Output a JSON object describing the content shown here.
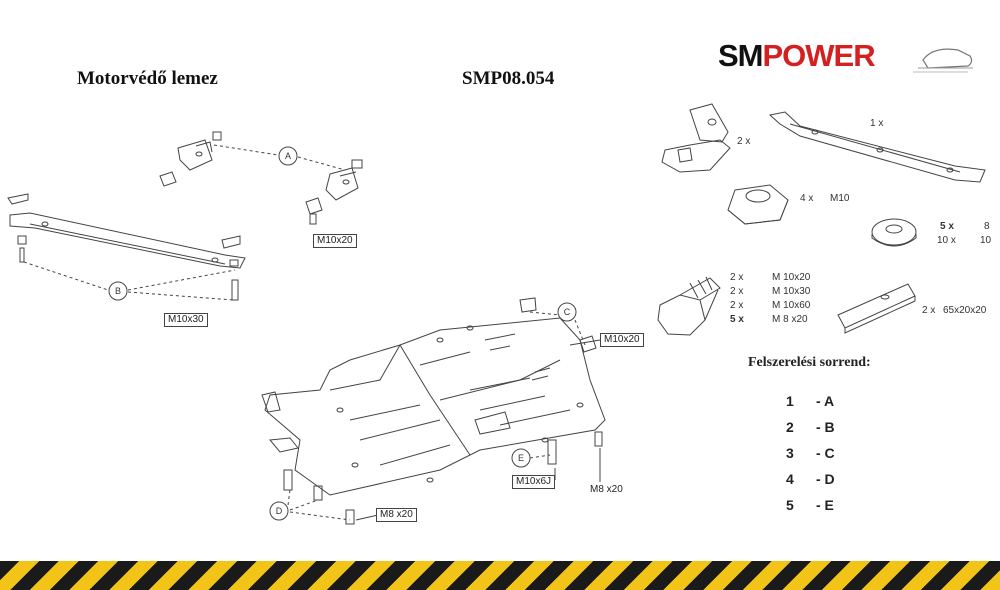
{
  "header": {
    "title_left": "Motorvédő lemez",
    "title_code": "SMP08.054"
  },
  "logo": {
    "part1": "SM",
    "part2": "POWER",
    "color_dark": "#111111",
    "color_red": "#d42020"
  },
  "callouts": {
    "A": "A",
    "B": "B",
    "C": "C",
    "D": "D",
    "E": "E"
  },
  "diagram_sizes": {
    "top_right": "M10x20",
    "left": "M10x30",
    "plate_right": "M10x20",
    "plate_e": "M10x6J",
    "plate_bottom_right": "M8 x20",
    "plate_bottom_left": "M8 x20"
  },
  "parts": {
    "bracket_qty": "2 x",
    "rail_qty": "1 x",
    "nut_qty": "4 x",
    "nut_size": "M10",
    "washer_rows": [
      {
        "qty": "5 x",
        "size": "8"
      },
      {
        "qty": "10 x",
        "size": "10"
      }
    ],
    "bolt_rows": [
      {
        "qty": "2 x",
        "size": "M 10x20"
      },
      {
        "qty": "2 x",
        "size": "M 10x30"
      },
      {
        "qty": "2 x",
        "size": "M 10x60"
      },
      {
        "qty": "5 x",
        "size": "M  8 x20"
      }
    ],
    "plate_qty": "2 x",
    "plate_size": "65x20x20"
  },
  "sequence": {
    "title": "Felszerelési sorrend:",
    "steps": [
      {
        "num": "1",
        "letter": "- A"
      },
      {
        "num": "2",
        "letter": "- B"
      },
      {
        "num": "3",
        "letter": "- C"
      },
      {
        "num": "4",
        "letter": "- D"
      },
      {
        "num": "5",
        "letter": "- E"
      }
    ]
  },
  "colors": {
    "hazard_yellow": "#f2c418",
    "hazard_black": "#1a1a1a",
    "line": "#444444"
  }
}
